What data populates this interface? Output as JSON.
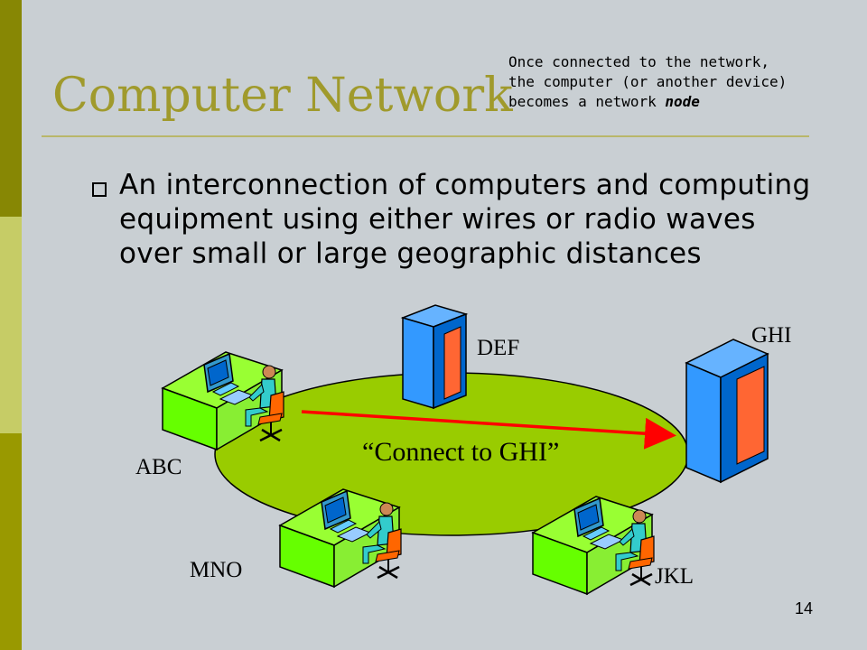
{
  "slide": {
    "title": "Computer Network",
    "note_lines": [
      "Once connected to the network,",
      "the computer (or another device)",
      "becomes a network "
    ],
    "note_emphasis": "node",
    "bullet": "An interconnection of computers and computing equipment using either wires or radio waves over small or large geographic distances",
    "page_number": "14"
  },
  "diagram": {
    "nodes": [
      {
        "label": "ABC",
        "kind": "workstation"
      },
      {
        "label": "DEF",
        "kind": "server"
      },
      {
        "label": "GHI",
        "kind": "server"
      },
      {
        "label": "JKL",
        "kind": "workstation"
      },
      {
        "label": "MNO",
        "kind": "workstation"
      }
    ],
    "connection_label": "“Connect to GHI”",
    "colors": {
      "network_ellipse": "#99cc00",
      "arrow": "#ff0000",
      "server_body": "#3399ff",
      "server_panel": "#ff6633",
      "desk": "#99ff33",
      "person_shirt": "#33cccc",
      "chair": "#ff6600"
    }
  }
}
